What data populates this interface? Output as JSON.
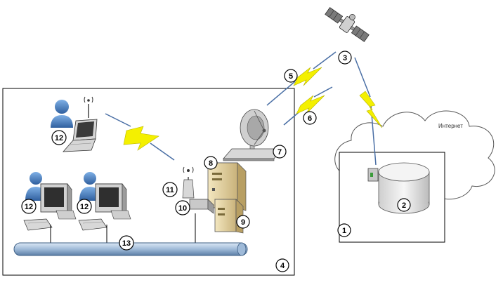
{
  "cloud_label": "Интернет",
  "markers": [
    {
      "id": "1",
      "text": "1"
    },
    {
      "id": "2",
      "text": "2"
    },
    {
      "id": "3",
      "text": "3"
    },
    {
      "id": "4",
      "text": "4"
    },
    {
      "id": "5",
      "text": "5"
    },
    {
      "id": "6",
      "text": "6"
    },
    {
      "id": "7",
      "text": "7"
    },
    {
      "id": "8",
      "text": "8"
    },
    {
      "id": "9",
      "text": "9"
    },
    {
      "id": "10",
      "text": "10"
    },
    {
      "id": "11",
      "text": "11"
    },
    {
      "id": "12a",
      "text": "12"
    },
    {
      "id": "12b",
      "text": "12"
    },
    {
      "id": "12c",
      "text": "12"
    },
    {
      "id": "13",
      "text": "13"
    }
  ],
  "colors": {
    "line": "#000000",
    "bus": "#9fbad8",
    "bus_dark": "#3d5f86",
    "lightning": "#f4f000",
    "link_blue": "#4a6fa5",
    "person": "#4f86c6",
    "beige": "#e7d7a8",
    "beige_dark": "#c2ab6c",
    "db": "#eeeeee",
    "marker_fill": "#ffffff"
  },
  "icons": [
    "satellite-icon",
    "database-icon",
    "dish-icon",
    "server-icon",
    "router-icon",
    "antenna-icon",
    "person-icon",
    "laptop-icon",
    "desktop-icon",
    "cloud-icon",
    "lightning-icon"
  ]
}
